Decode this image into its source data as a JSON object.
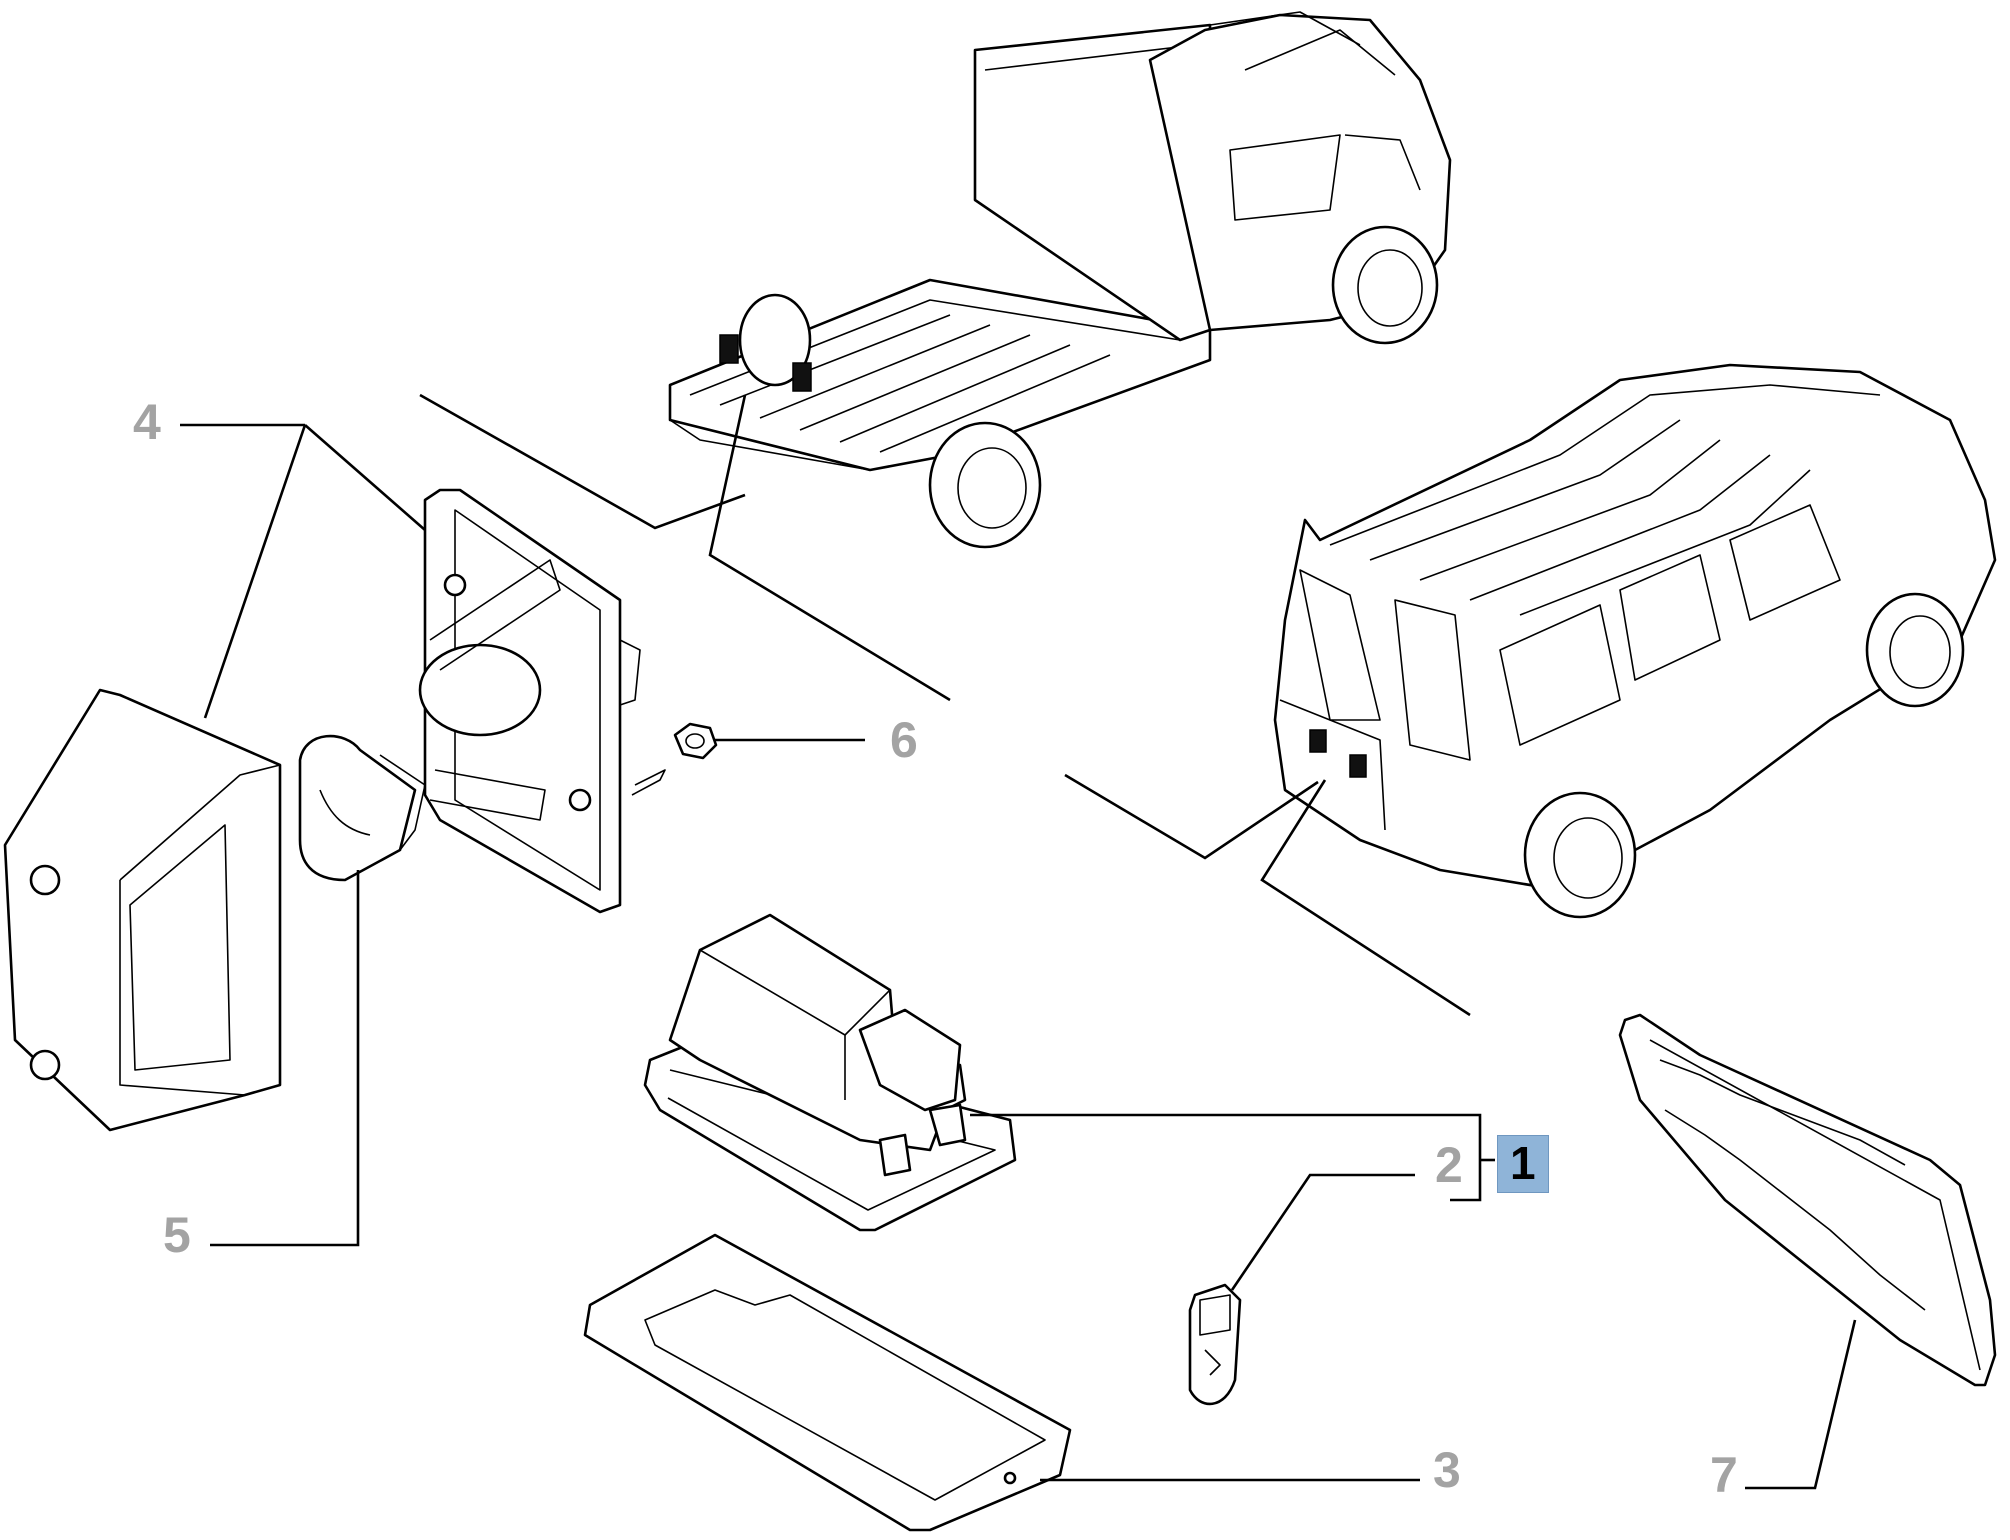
{
  "callouts": {
    "c1": "1",
    "c2": "2",
    "c3": "3",
    "c4": "4",
    "c5": "5",
    "c6": "6",
    "c7": "7"
  },
  "colors": {
    "callout_text": "#a3a3a3",
    "highlight_bg": "#8fb4d8",
    "line": "#000000"
  }
}
